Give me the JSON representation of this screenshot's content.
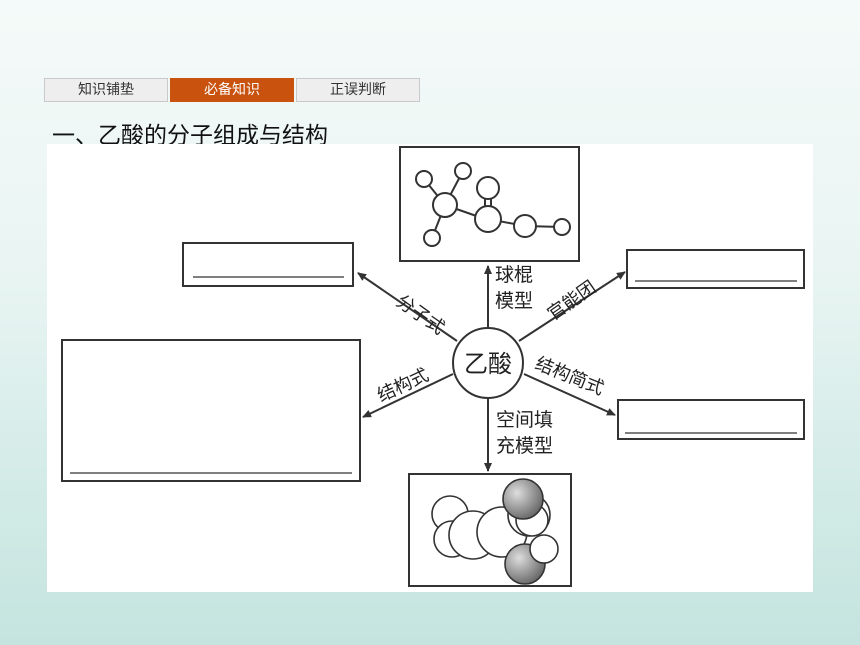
{
  "tabs": [
    {
      "label": "知识铺垫",
      "active": false
    },
    {
      "label": "必备知识",
      "active": true
    },
    {
      "label": "正误判断",
      "active": false
    }
  ],
  "heading": "一、乙酸的分子组成与结构",
  "diagram": {
    "center": "乙酸",
    "label_molecular_formula": "分子式",
    "label_ball_stick_1": "球棍",
    "label_ball_stick_2": "模型",
    "label_functional_group": "官能团",
    "label_structural_formula": "结构式",
    "label_structural_simplified": "结构简式",
    "label_space_filling_1": "空间填",
    "label_space_filling_2": "充模型"
  },
  "colors": {
    "active_tab": "#c9520f",
    "line": "#333333"
  }
}
